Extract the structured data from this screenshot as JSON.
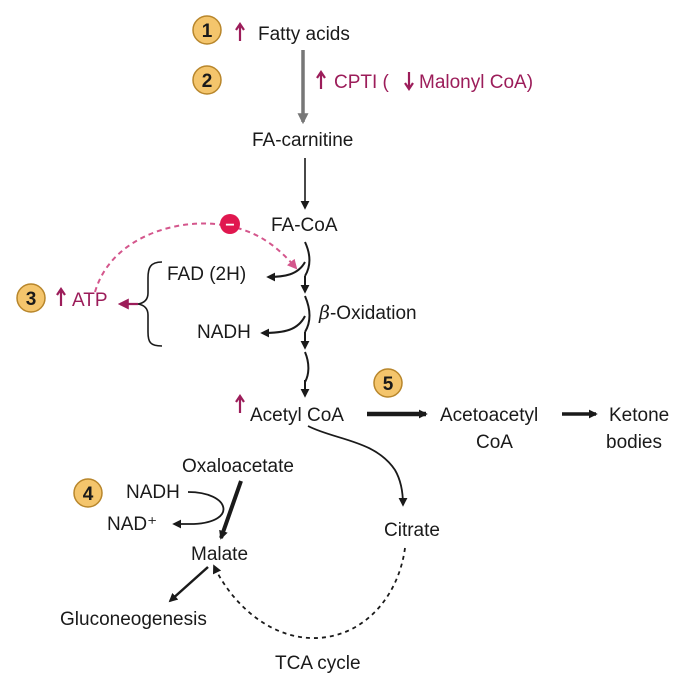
{
  "colors": {
    "badge_fill": "#f4c56c",
    "badge_stroke": "#b8862b",
    "accent": "#9c1d5a",
    "inhibit": "#e0174f",
    "ink": "#1a1a1a"
  },
  "badges": [
    "1",
    "2",
    "3",
    "4",
    "5"
  ],
  "inhibit_symbol": "−",
  "nodes": {
    "fatty_acids": "Fatty acids",
    "fa_carnitine": "FA-carnitine",
    "fa_coa": "FA-CoA",
    "fad_2h": "FAD (2H)",
    "nadh_ox": "NADH",
    "beta_symbol": "β",
    "beta_rest": "-Oxidation",
    "acetyl_coa": "Acetyl CoA",
    "acetoacetyl_line1": "Acetoacetyl",
    "acetoacetyl_line2": "CoA",
    "ketone_line1": "Ketone",
    "ketone_line2": "bodies",
    "oxaloacetate": "Oxaloacetate",
    "nadh_mal": "NADH",
    "nad_plus": "NAD⁺",
    "malate": "Malate",
    "citrate": "Citrate",
    "gluconeogenesis": "Gluconeogenesis",
    "tca_cycle": "TCA cycle"
  },
  "regulation": {
    "cpti": "CPTI (",
    "malonyl": "Malonyl CoA)",
    "atp": "ATP"
  }
}
